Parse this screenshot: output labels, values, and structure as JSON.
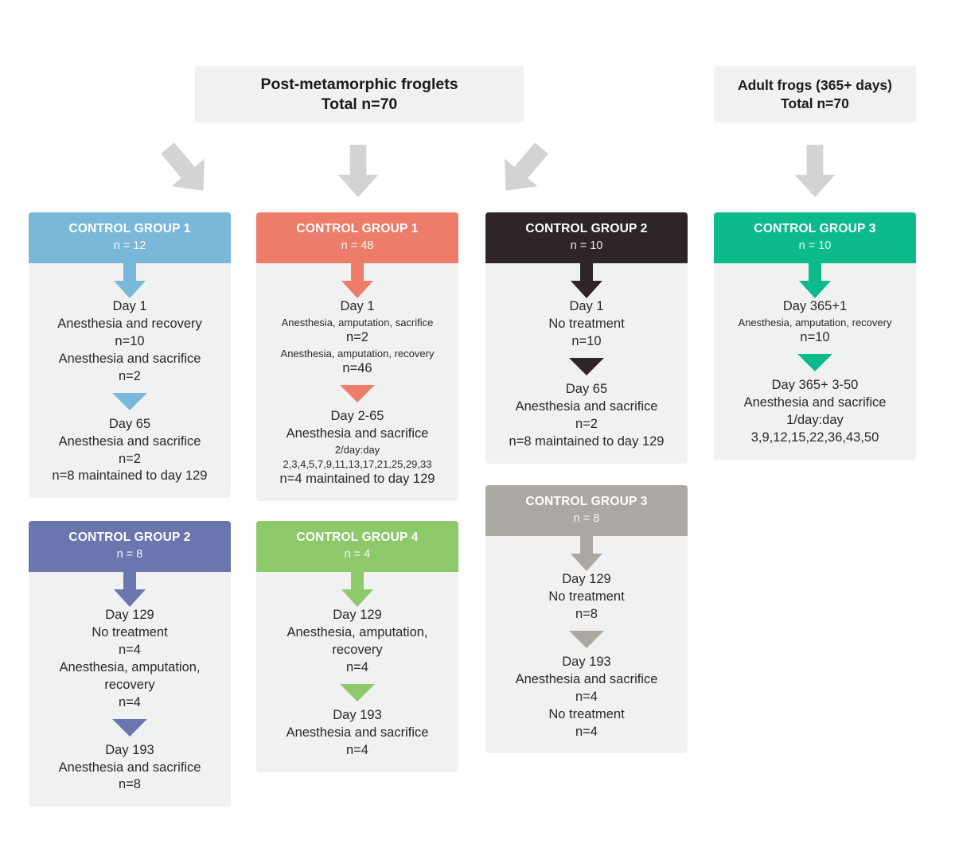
{
  "headers": [
    {
      "line1": "Post-metamorphic froglets",
      "line2": "Total n=70"
    },
    {
      "line1": "Adult frogs (365+ days)",
      "line2": "Total n=70"
    }
  ],
  "connectors": [
    {
      "name": "arrow-to-control-group-1-blue",
      "direction": "down-left"
    },
    {
      "name": "arrow-to-control-group-1-salmon",
      "direction": "down"
    },
    {
      "name": "arrow-to-control-group-2-dark",
      "direction": "down-right"
    },
    {
      "name": "arrow-to-control-group-3-teal",
      "direction": "down"
    }
  ],
  "colors": {
    "blue": "#7AB8D9",
    "salmon": "#ED7D6A",
    "dark": "#2E2529",
    "teal": "#0CBA8B",
    "purple": "#6B76AE",
    "lightgreen": "#8DC96A",
    "grey": "#ABA8A3",
    "connector_grey": "#D2D4D4",
    "card_bg": "#F0F2F2",
    "header_bg": "#F0F2F2"
  },
  "cards": {
    "c1_blue": {
      "title": "CONTROL GROUP 1",
      "n": "n = 12",
      "steps": [
        {
          "lines": [
            {
              "text": "Day 1",
              "size": "normal"
            },
            {
              "text": "Anesthesia and recovery",
              "size": "normal"
            },
            {
              "text": "n=10",
              "size": "normal"
            },
            {
              "text": "Anesthesia and sacrifice",
              "size": "normal"
            },
            {
              "text": "n=2",
              "size": "normal"
            }
          ]
        },
        {
          "lines": [
            {
              "text": "Day 65",
              "size": "normal"
            },
            {
              "text": "Anesthesia and sacrifice",
              "size": "normal"
            },
            {
              "text": "n=2",
              "size": "normal"
            },
            {
              "text": "n=8 maintained to day 129",
              "size": "normal"
            }
          ]
        }
      ]
    },
    "c2_salmon": {
      "title": "CONTROL GROUP 1",
      "n": "n = 48",
      "steps": [
        {
          "lines": [
            {
              "text": "Day 1",
              "size": "normal"
            },
            {
              "text": "Anesthesia, amputation, sacrifice",
              "size": "small"
            },
            {
              "text": "n=2",
              "size": "normal"
            },
            {
              "text": "Anesthesia, amputation, recovery",
              "size": "small"
            },
            {
              "text": "n=46",
              "size": "normal"
            }
          ]
        },
        {
          "lines": [
            {
              "text": "Day 2-65",
              "size": "normal"
            },
            {
              "text": "Anesthesia and sacrifice",
              "size": "normal"
            },
            {
              "text": "2/day:day",
              "size": "small"
            },
            {
              "text": "2,3,4,5,7,9,11,13,17,21,25,29,33",
              "size": "small"
            },
            {
              "text": "n=4 maintained to day 129",
              "size": "normal"
            }
          ]
        }
      ]
    },
    "c3_dark": {
      "title": "CONTROL GROUP 2",
      "n": "n = 10",
      "steps": [
        {
          "lines": [
            {
              "text": "Day 1",
              "size": "normal"
            },
            {
              "text": "No treatment",
              "size": "normal"
            },
            {
              "text": "n=10",
              "size": "normal"
            }
          ]
        },
        {
          "lines": [
            {
              "text": "Day 65",
              "size": "normal"
            },
            {
              "text": "Anesthesia and sacrifice",
              "size": "normal"
            },
            {
              "text": "n=2",
              "size": "normal"
            },
            {
              "text": "n=8 maintained to day 129",
              "size": "normal"
            }
          ]
        }
      ]
    },
    "c4_teal": {
      "title": "CONTROL GROUP 3",
      "n": "n = 10",
      "steps": [
        {
          "lines": [
            {
              "text": "Day 365+1",
              "size": "normal"
            },
            {
              "text": "Anesthesia, amputation, recovery",
              "size": "small"
            },
            {
              "text": "n=10",
              "size": "normal"
            }
          ]
        },
        {
          "lines": [
            {
              "text": "Day 365+ 3-50",
              "size": "normal"
            },
            {
              "text": "Anesthesia and sacrifice",
              "size": "normal"
            },
            {
              "text": "1/day:day",
              "size": "normal"
            },
            {
              "text": "3,9,12,15,22,36,43,50",
              "size": "normal"
            }
          ]
        }
      ]
    },
    "c5_purple": {
      "title": "CONTROL GROUP 2",
      "n": "n = 8",
      "steps": [
        {
          "lines": [
            {
              "text": "Day 129",
              "size": "normal"
            },
            {
              "text": "No treatment",
              "size": "normal"
            },
            {
              "text": "n=4",
              "size": "normal"
            },
            {
              "text": "Anesthesia, amputation,",
              "size": "normal"
            },
            {
              "text": "recovery",
              "size": "normal"
            },
            {
              "text": "n=4",
              "size": "normal"
            }
          ]
        },
        {
          "lines": [
            {
              "text": "Day 193",
              "size": "normal"
            },
            {
              "text": "Anesthesia and sacrifice",
              "size": "normal"
            },
            {
              "text": "n=8",
              "size": "normal"
            }
          ]
        }
      ]
    },
    "c6_lightgreen": {
      "title": "CONTROL GROUP 4",
      "n": "n = 4",
      "steps": [
        {
          "lines": [
            {
              "text": "Day 129",
              "size": "normal"
            },
            {
              "text": "Anesthesia, amputation,",
              "size": "normal"
            },
            {
              "text": "recovery",
              "size": "normal"
            },
            {
              "text": "n=4",
              "size": "normal"
            }
          ]
        },
        {
          "lines": [
            {
              "text": "Day 193",
              "size": "normal"
            },
            {
              "text": "Anesthesia and sacrifice",
              "size": "normal"
            },
            {
              "text": "n=4",
              "size": "normal"
            }
          ]
        }
      ]
    },
    "c7_grey": {
      "title": "CONTROL GROUP 3",
      "n": "n = 8",
      "steps": [
        {
          "lines": [
            {
              "text": "Day 129",
              "size": "normal"
            },
            {
              "text": "No treatment",
              "size": "normal"
            },
            {
              "text": "n=8",
              "size": "normal"
            }
          ]
        },
        {
          "lines": [
            {
              "text": "Day 193",
              "size": "normal"
            },
            {
              "text": "Anesthesia and sacrifice",
              "size": "normal"
            },
            {
              "text": "n=4",
              "size": "normal"
            },
            {
              "text": "No treatment",
              "size": "normal"
            },
            {
              "text": "n=4",
              "size": "normal"
            }
          ]
        }
      ]
    }
  }
}
